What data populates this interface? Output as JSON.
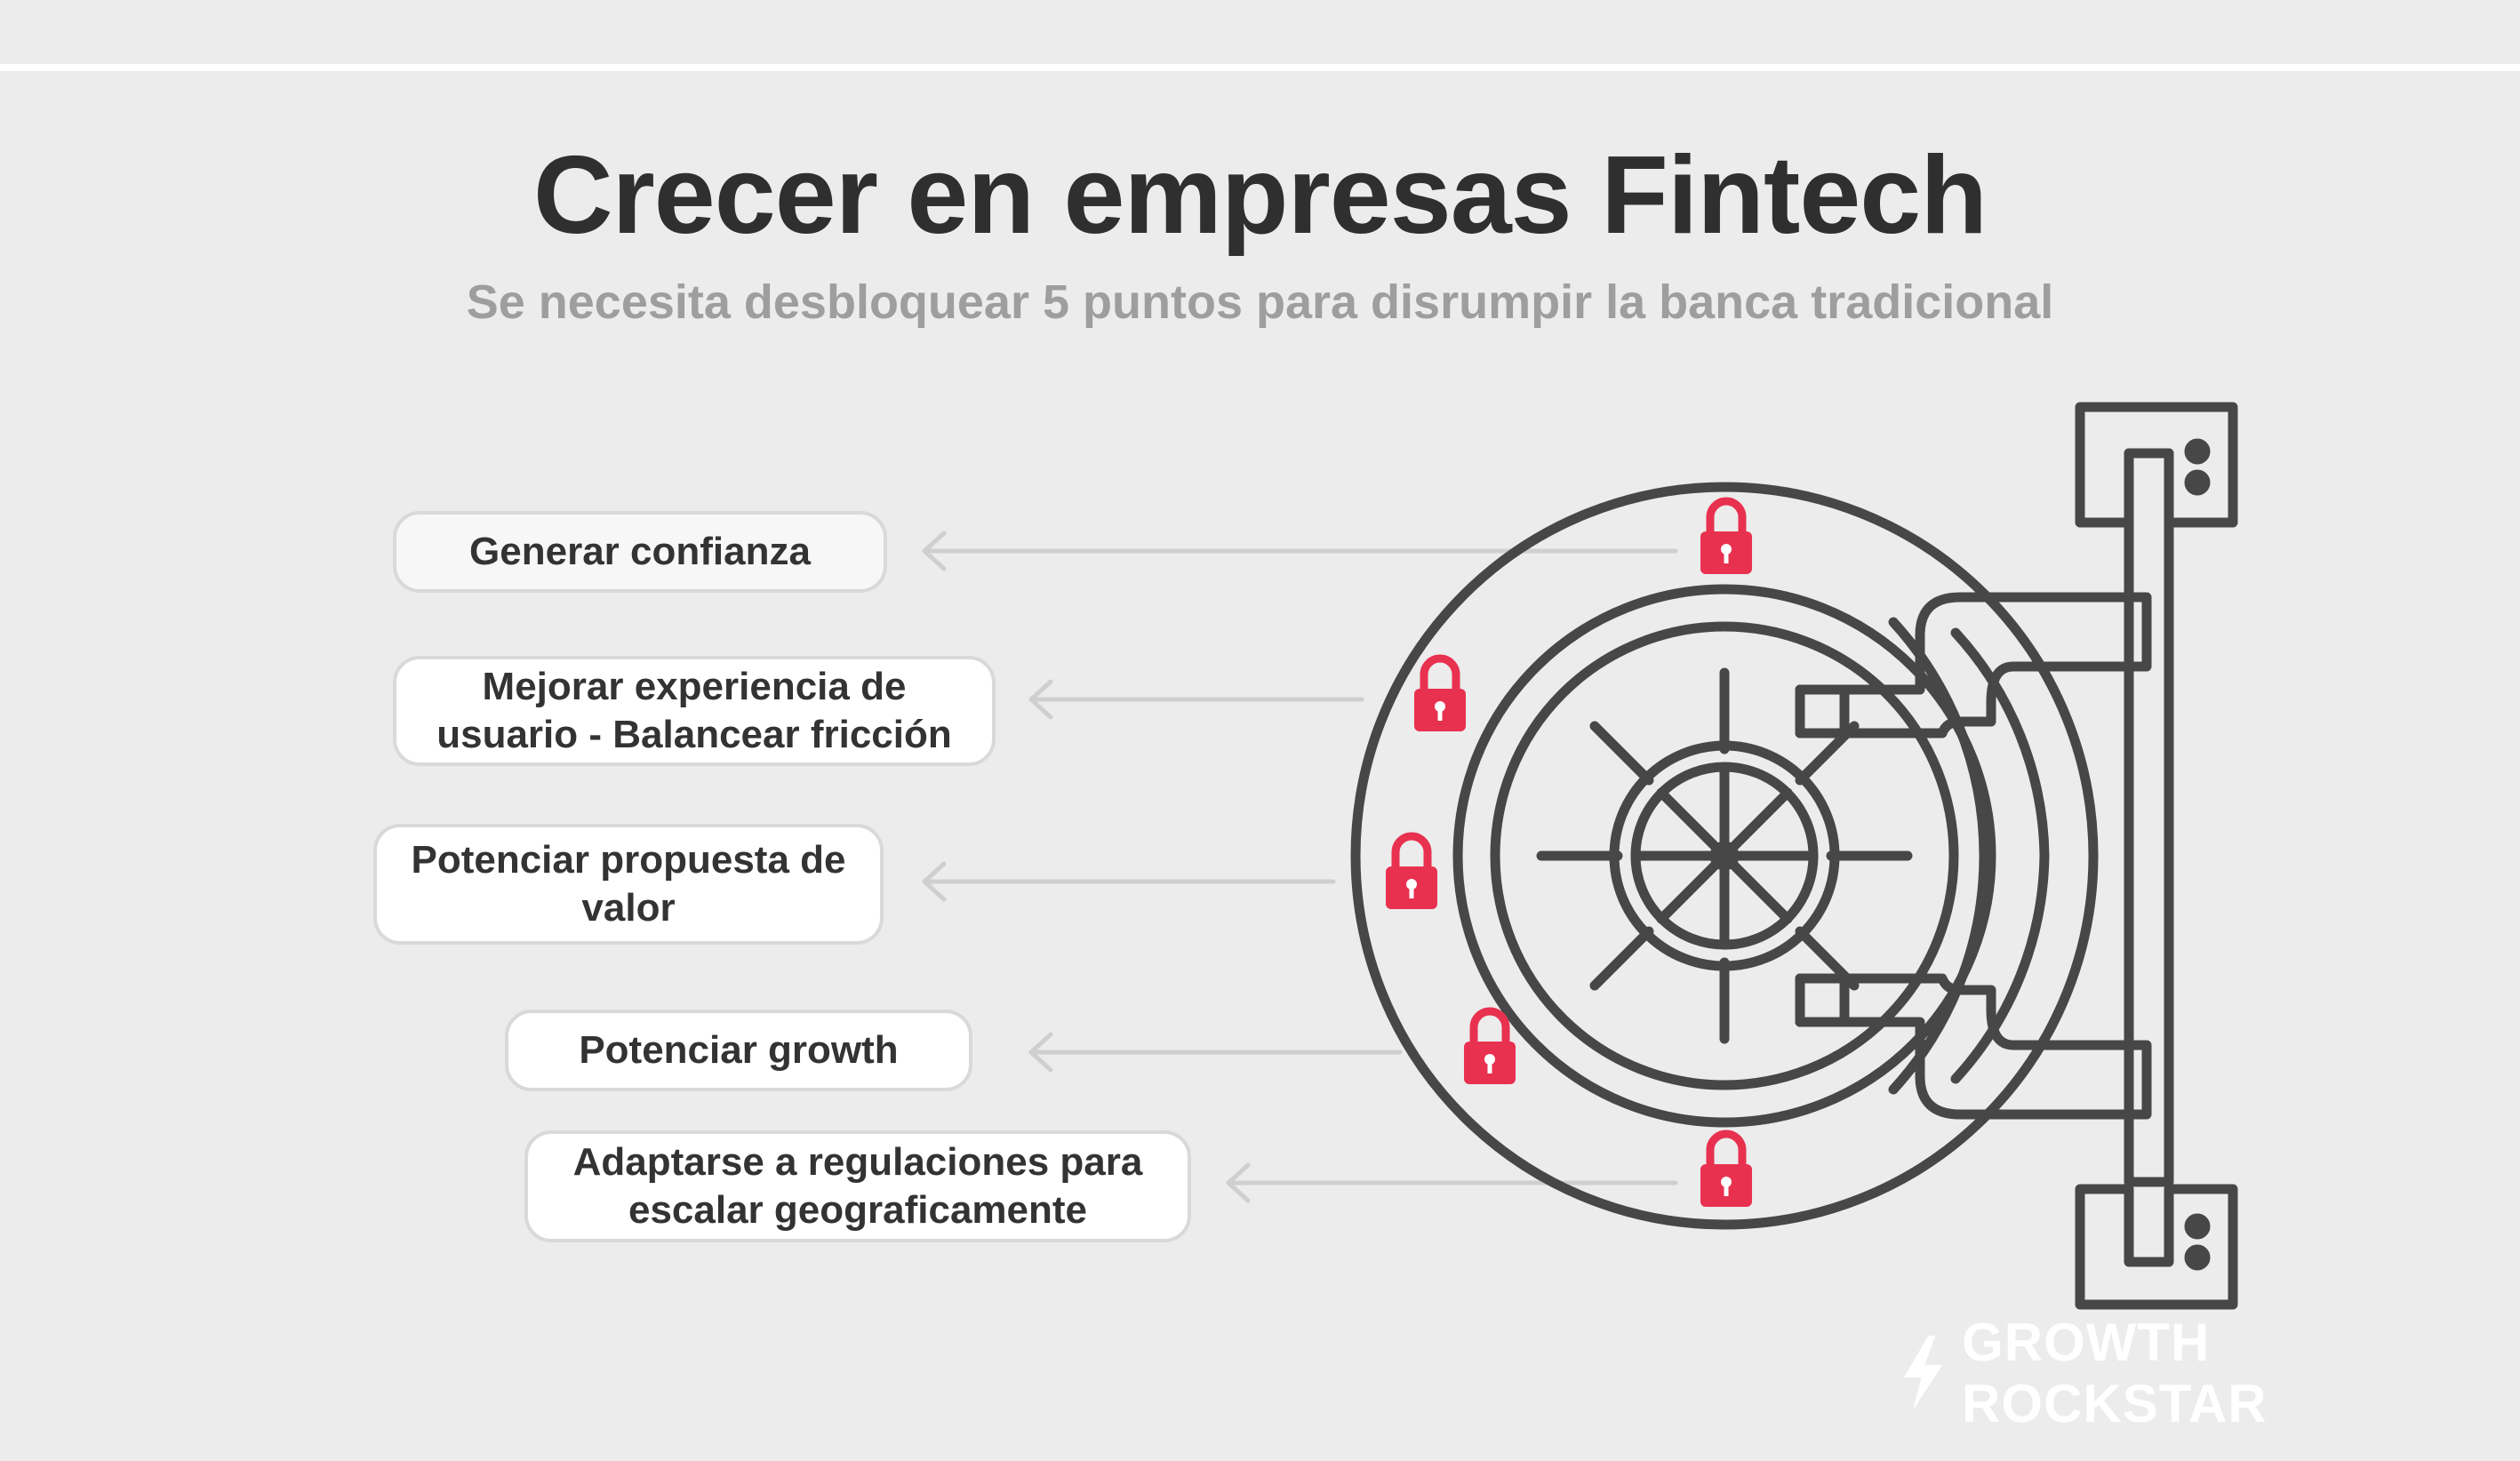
{
  "header": {
    "title": "Crecer en empresas Fintech",
    "subtitle": "Se necesita desbloquear 5 puntos para disrumpir la banca tradicional"
  },
  "points": [
    {
      "label": "Generar confianza"
    },
    {
      "label": "Mejorar experiencia de usuario - Balancear fricción"
    },
    {
      "label": "Potenciar propuesta de valor"
    },
    {
      "label": "Potenciar growth"
    },
    {
      "label": "Adaptarse a regulaciones para escalar geograficamente"
    }
  ],
  "brand": {
    "name": "GROWTH ROCKSTAR",
    "icon": "lightning-bolt-icon"
  },
  "colors": {
    "background": "#ececec",
    "lock": "#e8314f",
    "stroke": "#474747",
    "arrow": "#cfcfcf"
  },
  "icons": {
    "lock": "padlock-icon",
    "vault": "vault-door-icon"
  }
}
